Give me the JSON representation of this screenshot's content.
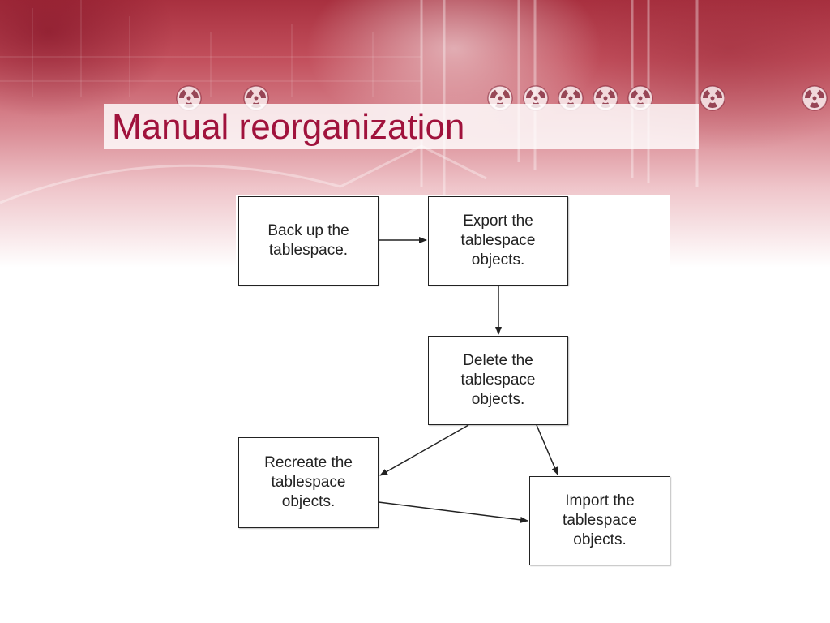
{
  "slide": {
    "title": "Manual reorganization"
  },
  "diagram": {
    "nodes": [
      {
        "id": "backup",
        "label": "Back up the tablespace."
      },
      {
        "id": "export",
        "label": "Export the tablespace objects."
      },
      {
        "id": "delete",
        "label": "Delete the tablespace objects."
      },
      {
        "id": "recreate",
        "label": "Recreate the tablespace objects."
      },
      {
        "id": "import",
        "label": "Import the tablespace objects."
      }
    ],
    "edges": [
      {
        "from": "backup",
        "to": "export"
      },
      {
        "from": "export",
        "to": "delete"
      },
      {
        "from": "delete",
        "to": "recreate"
      },
      {
        "from": "delete",
        "to": "import"
      },
      {
        "from": "recreate",
        "to": "import"
      }
    ]
  },
  "colors": {
    "title": "#a0123c",
    "banner": "#c24f5c",
    "box_border": "#222222"
  },
  "icons": [
    "radiation-icon"
  ]
}
